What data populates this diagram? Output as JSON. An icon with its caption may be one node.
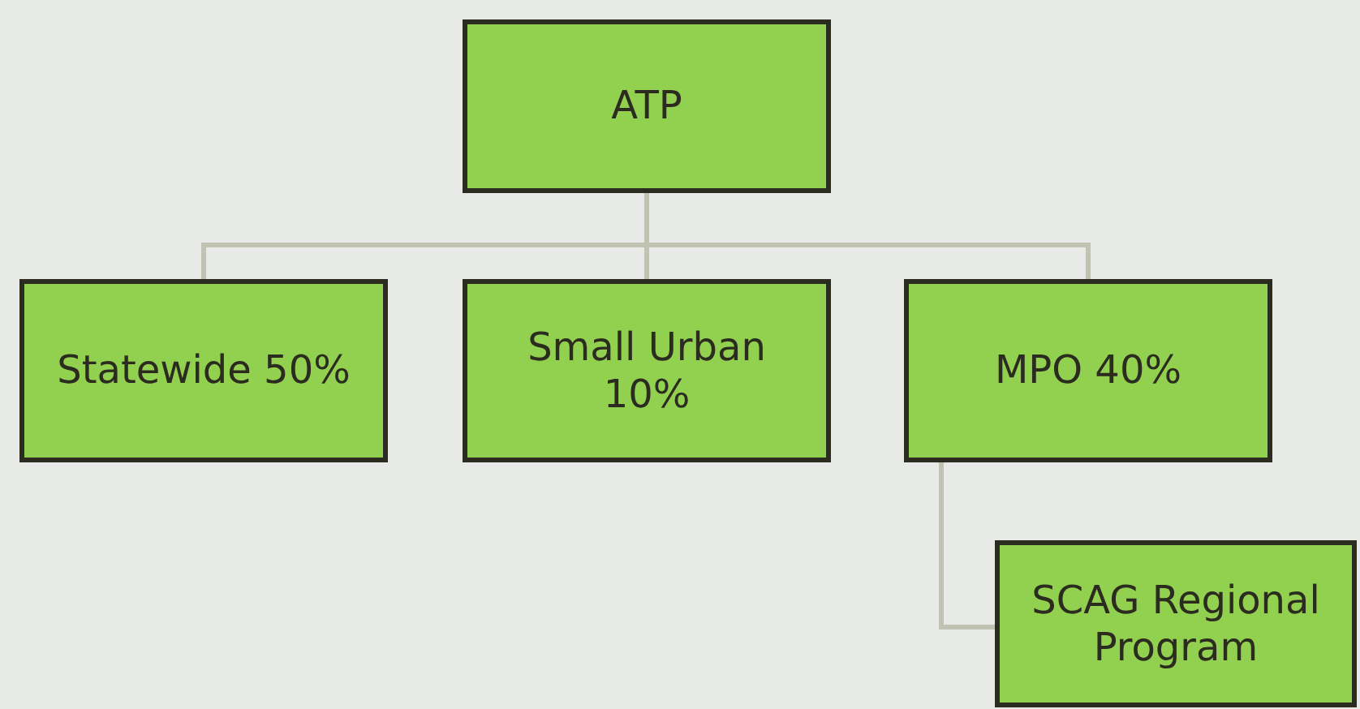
{
  "diagram": {
    "nodes": [
      {
        "text": [
          "ATP"
        ]
      },
      {
        "text": [
          "Statewide 50%"
        ]
      },
      {
        "text": [
          "Small Urban 10%"
        ]
      },
      {
        "text": [
          "MPO 40%"
        ]
      },
      {
        "text": [
          "SCAG Regional Program"
        ]
      }
    ],
    "edges": [
      {
        "from": 0,
        "to": 1,
        "arrow": "none"
      },
      {
        "from": 0,
        "to": 2,
        "arrow": "none"
      },
      {
        "from": 0,
        "to": 3,
        "arrow": "none"
      },
      {
        "from": 3,
        "to": 4,
        "arrow": "none"
      }
    ]
  }
}
